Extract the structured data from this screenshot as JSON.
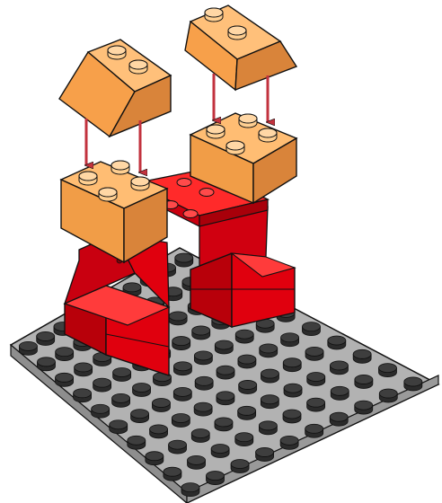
{
  "diagram": {
    "kind": "lego-build-step",
    "view": "isometric",
    "colors": {
      "baseplate": "#a9a9a9",
      "baseplate_stud": "#3e3e3e",
      "red_brick": "#e0000e",
      "orange_brick": "#f7a04a",
      "arrow": "#c2323e",
      "outline": "#111111"
    },
    "parts": [
      {
        "name": "baseplate",
        "color": "gray",
        "size": "10x10"
      },
      {
        "name": "arch-leg-left",
        "color": "red"
      },
      {
        "name": "arch-leg-right",
        "color": "red"
      },
      {
        "name": "bridge-plate",
        "color": "red",
        "size": "1x6"
      },
      {
        "name": "brick-2x2-left",
        "color": "orange",
        "placed": true
      },
      {
        "name": "brick-2x2-right",
        "color": "orange",
        "placed": true
      },
      {
        "name": "slope-2x2-left",
        "color": "orange",
        "placed": false
      },
      {
        "name": "slope-2x2-right",
        "color": "orange",
        "placed": false
      }
    ],
    "instructions": [
      {
        "arrow": "down",
        "target": "brick-2x2-left",
        "count": 2
      },
      {
        "arrow": "down",
        "target": "brick-2x2-right",
        "count": 2
      }
    ]
  }
}
